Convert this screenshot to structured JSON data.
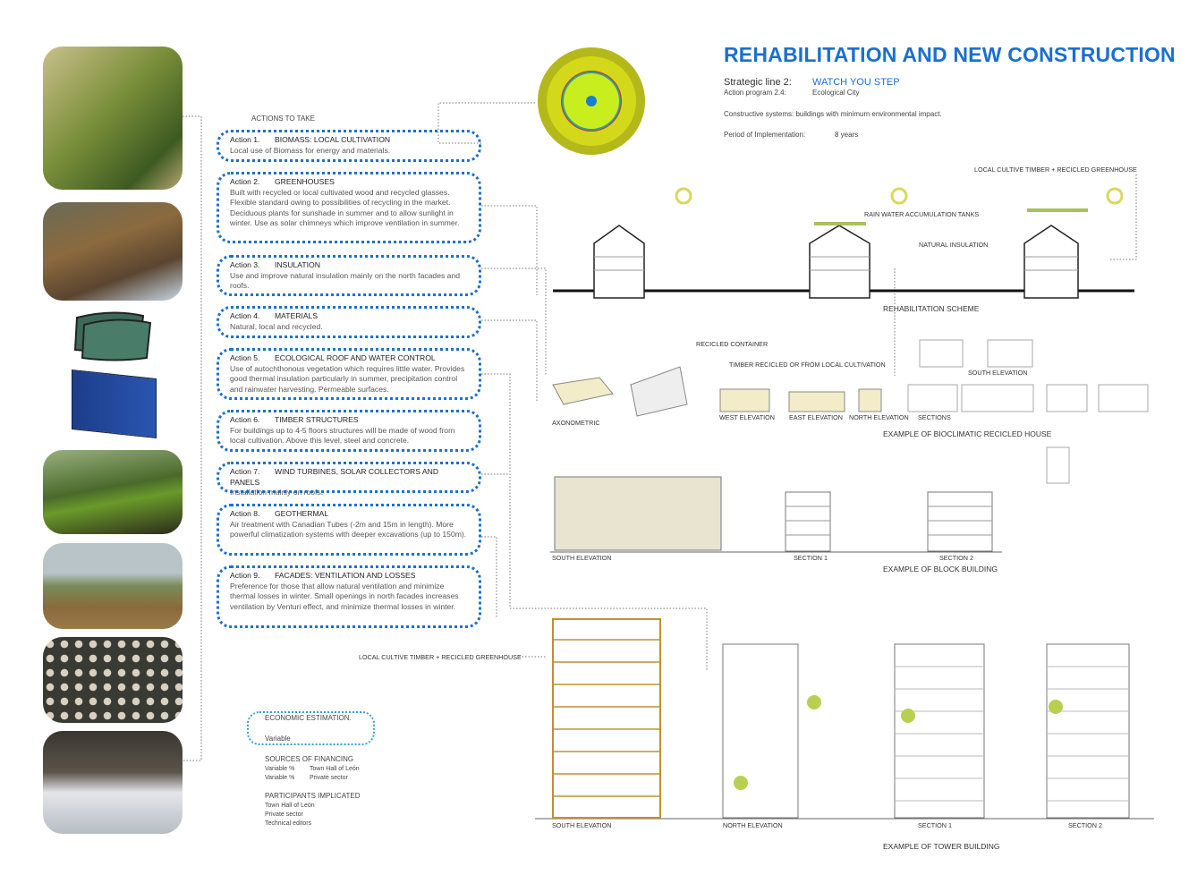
{
  "header": {
    "title": "REHABILITATION AND NEW CONSTRUCTION",
    "strategic_label": "Strategic line 2:",
    "strategic_value": "WATCH YOU STEP",
    "program_label": "Action program 2.4:",
    "program_value": "Ecological City",
    "systems": "Constructive systems: buildings with minimum environmental impact.",
    "period_label": "Period of Implementation:",
    "period_value": "8 years"
  },
  "actions_title": "ACTIONS TO TAKE",
  "actions": [
    {
      "num": "Action 1.",
      "title": "BIOMASS: LOCAL CULTIVATION",
      "text": "Local use of Biomass for energy and materials."
    },
    {
      "num": "Action 2.",
      "title": "GREENHOUSES",
      "text": "Built with recycled or local cultivated wood and recycled glasses. Flexible standard owing to possibilities of recycling in the market. Deciduous plants for sunshade in summer and to allow sunlight in winter. Use as solar chimneys which improve ventilation in summer."
    },
    {
      "num": "Action 3.",
      "title": "INSULATION",
      "text": "Use and improve natural insulation mainly on the north facades and roofs."
    },
    {
      "num": "Action 4.",
      "title": "MATERIALS",
      "text": "Natural, local and recycled."
    },
    {
      "num": "Action 5.",
      "title": "ECOLOGICAL ROOF AND WATER CONTROL",
      "text": "Use of autochthonous vegetation which requires little water. Provides good thermal insulation particularly in summer, precipitation control and rainwater harvesting. Permeable surfaces."
    },
    {
      "num": "Action 6.",
      "title": "TIMBER STRUCTURES",
      "text": "For buildings up to 4-5 floors structures will be made of wood from local cultivation. Above this level, steel and concrete."
    },
    {
      "num": "Action 7.",
      "title": "WIND TURBINES, SOLAR COLLECTORS AND PANELS",
      "text": "Installation mainly on roofs."
    },
    {
      "num": "Action 8.",
      "title": "GEOTHERMAL",
      "text": "Air treatment with Canadian Tubes (-2m and 15m in length). More powerful climatization systems with deeper excavations (up to 150m)."
    },
    {
      "num": "Action 9.",
      "title": "FACADES: VENTILATION AND LOSSES",
      "text": "Preference for those that allow natural ventilation and minimize thermal losses in winter. Small openings in north facades increases ventilation by Venturi effect, and minimize thermal losses in winter."
    }
  ],
  "economic": {
    "title": "ECONOMIC ESTIMATION.",
    "value": "Variable"
  },
  "financing": {
    "title": "SOURCES OF FINANCING",
    "rows": [
      [
        "Variable %",
        "Town Hall of León"
      ],
      [
        "Variable %",
        "Private sector"
      ]
    ]
  },
  "participants": {
    "title": "PARTICIPANTS IMPLICATED",
    "items": [
      "Town Hall of León",
      "Private sector",
      "Technical editors"
    ]
  },
  "labels": {
    "greenhouse_top": "LOCAL CULTIVE TIMBER + RECICLED GREENHOUSE",
    "rain_tanks": "RAIN WATER ACCUMULATION TANKS",
    "natural_insulation": "NATURAL INSULATION",
    "rehab_scheme": "REHABILITATION SCHEME",
    "recicled_container": "RECICLED CONTAINER",
    "timber_recicled": "TIMBER RECICLED OR FROM LOCAL CULTIVATION",
    "axonometric": "AXONOMETRIC",
    "west_elev": "WEST ELEVATION",
    "east_elev": "EAST ELEVATION",
    "north_elev_house": "NORTH ELEVATION",
    "sections": "SECTIONS",
    "south_elev_house": "SOUTH ELEVATION",
    "bioclimatic": "EXAMPLE OF BIOCLIMATIC RECICLED HOUSE",
    "block_south": "SOUTH ELEVATION",
    "block_s1": "SECTION 1",
    "block_s2": "SECTION 2",
    "block_title": "EXAMPLE OF BLOCK BUILDING",
    "greenhouse_mid": "LOCAL CULTIVE TIMBER + RECICLED GREENHOUSE",
    "tower_south": "SOUTH ELEVATION",
    "tower_north": "NORTH ELEVATION",
    "tower_s1": "SECTION 1",
    "tower_s2": "SECTION 2",
    "tower_title": "EXAMPLE OF TOWER BUILDING"
  },
  "colors": {
    "accent": "#1a6fd0",
    "olive": "#b5b81a",
    "lime": "#c8e81e"
  }
}
